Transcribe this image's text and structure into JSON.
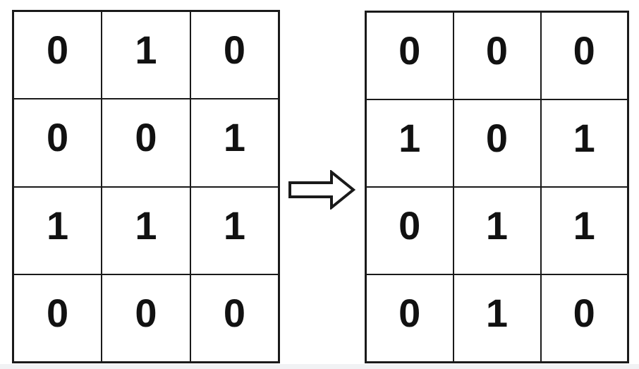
{
  "diagram": {
    "title": "binary-matrix-transformation",
    "left_matrix": {
      "rows": [
        [
          "0",
          "1",
          "0"
        ],
        [
          "0",
          "0",
          "1"
        ],
        [
          "1",
          "1",
          "1"
        ],
        [
          "0",
          "0",
          "0"
        ]
      ]
    },
    "right_matrix": {
      "rows": [
        [
          "0",
          "0",
          "0"
        ],
        [
          "1",
          "0",
          "1"
        ],
        [
          "0",
          "1",
          "1"
        ],
        [
          "0",
          "1",
          "0"
        ]
      ]
    },
    "arrow": {
      "icon": "arrow-right-icon",
      "direction": "right"
    },
    "colors": {
      "line": "#1a1a1a",
      "background": "#ffffff",
      "footer_strip": "#f1f2f4"
    }
  }
}
